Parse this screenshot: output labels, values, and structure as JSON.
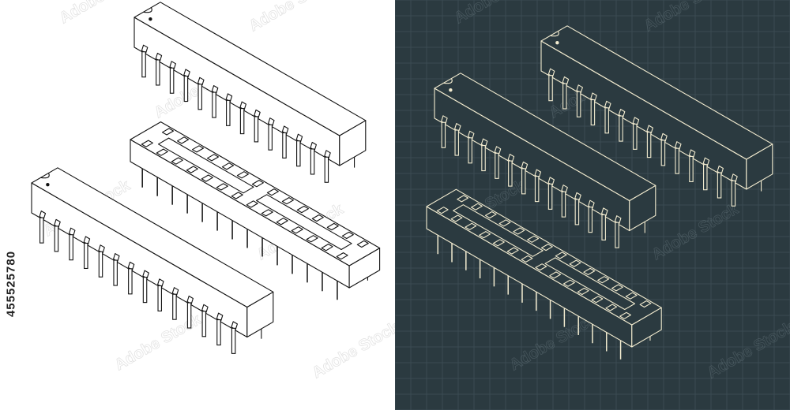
{
  "stock_id": "455525780",
  "watermark": "Adobe Stock",
  "colors": {
    "left_background": "#ffffff",
    "left_stroke": "#111111",
    "right_background": "#2b3a40",
    "right_grid": "#3b4b52",
    "right_stroke": "#f3ecd0"
  },
  "panels": [
    {
      "id": "light",
      "description": "isometric line drawing, black on white"
    },
    {
      "id": "dark",
      "description": "blueprint style, cream lines on dark slate grid"
    }
  ]
}
